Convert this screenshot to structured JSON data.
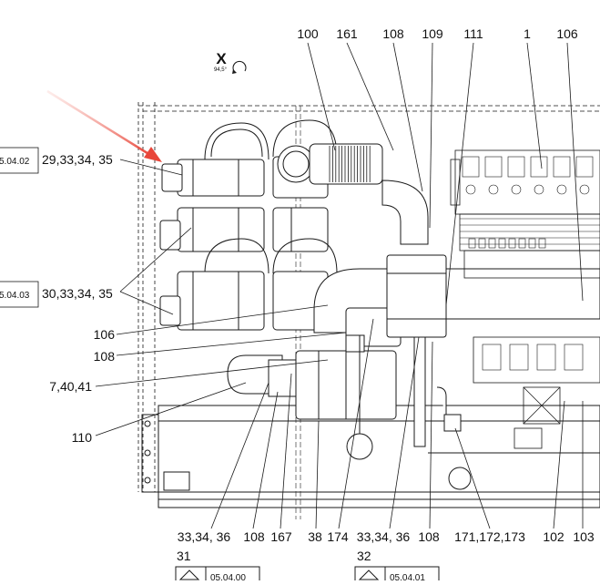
{
  "view": {
    "label": "X",
    "angle": "94,5°"
  },
  "top_callouts": [
    "100",
    "161",
    "108",
    "109",
    "111",
    "1",
    "106"
  ],
  "left_callouts": [
    {
      "ref": "5.04.02",
      "text": "29,33,34, 35"
    },
    {
      "ref": "5.04.03",
      "text": "30,33,34, 35"
    },
    {
      "text": "106"
    },
    {
      "text": "108"
    },
    {
      "text": "7,40,41"
    },
    {
      "text": "110"
    }
  ],
  "bottom_callouts": [
    "33,34, 36",
    "108",
    "167",
    "38",
    "174",
    "33,34, 36",
    "108",
    "171,172,173",
    "102",
    "103"
  ],
  "section_numbers": [
    "31",
    "32"
  ],
  "section_refs": [
    "05.04.00",
    "05.04.01"
  ],
  "colors": {
    "line": "#1a1a1a",
    "arrow": "#e8463a"
  }
}
